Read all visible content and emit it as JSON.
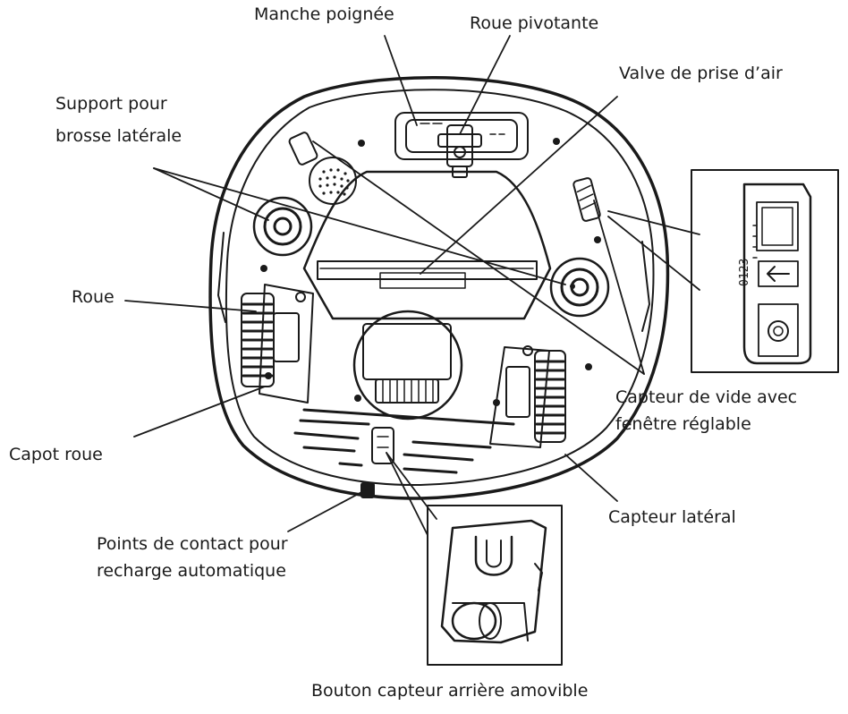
{
  "labels": {
    "manche_poignee": "Manche poignée",
    "roue_pivotante": "Roue pivotante",
    "valve_prise_air": "Valve de prise d’air",
    "support_brosse_l1": "Support pour",
    "support_brosse_l2": "brosse latérale",
    "roue": "Roue",
    "capteur_vide_l1": "Capteur de vide avec",
    "capteur_vide_l2": "fenêtre réglable",
    "capot_roue": "Capot roue",
    "capteur_lateral": "Capteur latéral",
    "points_contact_l1": "Points de contact pour",
    "points_contact_l2": "recharge automatique",
    "bouton_capteur": "Bouton capteur arrière amovible"
  },
  "inset_window_digits": "0123",
  "colors": {
    "ink": "#1a1a1a",
    "background": "#ffffff"
  }
}
